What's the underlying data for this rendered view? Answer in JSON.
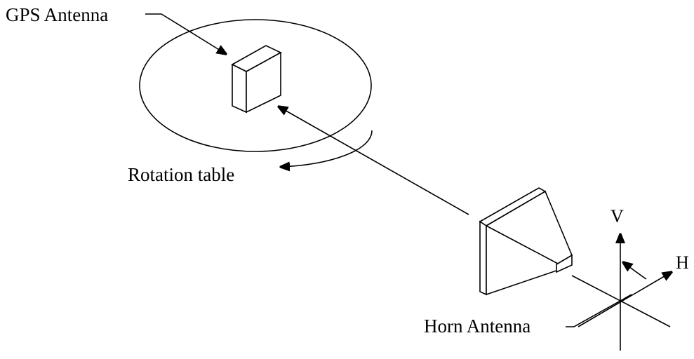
{
  "labels": {
    "gps_antenna": "GPS Antenna",
    "rotation_table": "Rotation table",
    "horn_antenna": "Horn Antenna",
    "vertical_axis": "V",
    "horizontal_axis": "H"
  },
  "colors": {
    "background": "#ffffff",
    "ink": "#000000"
  }
}
